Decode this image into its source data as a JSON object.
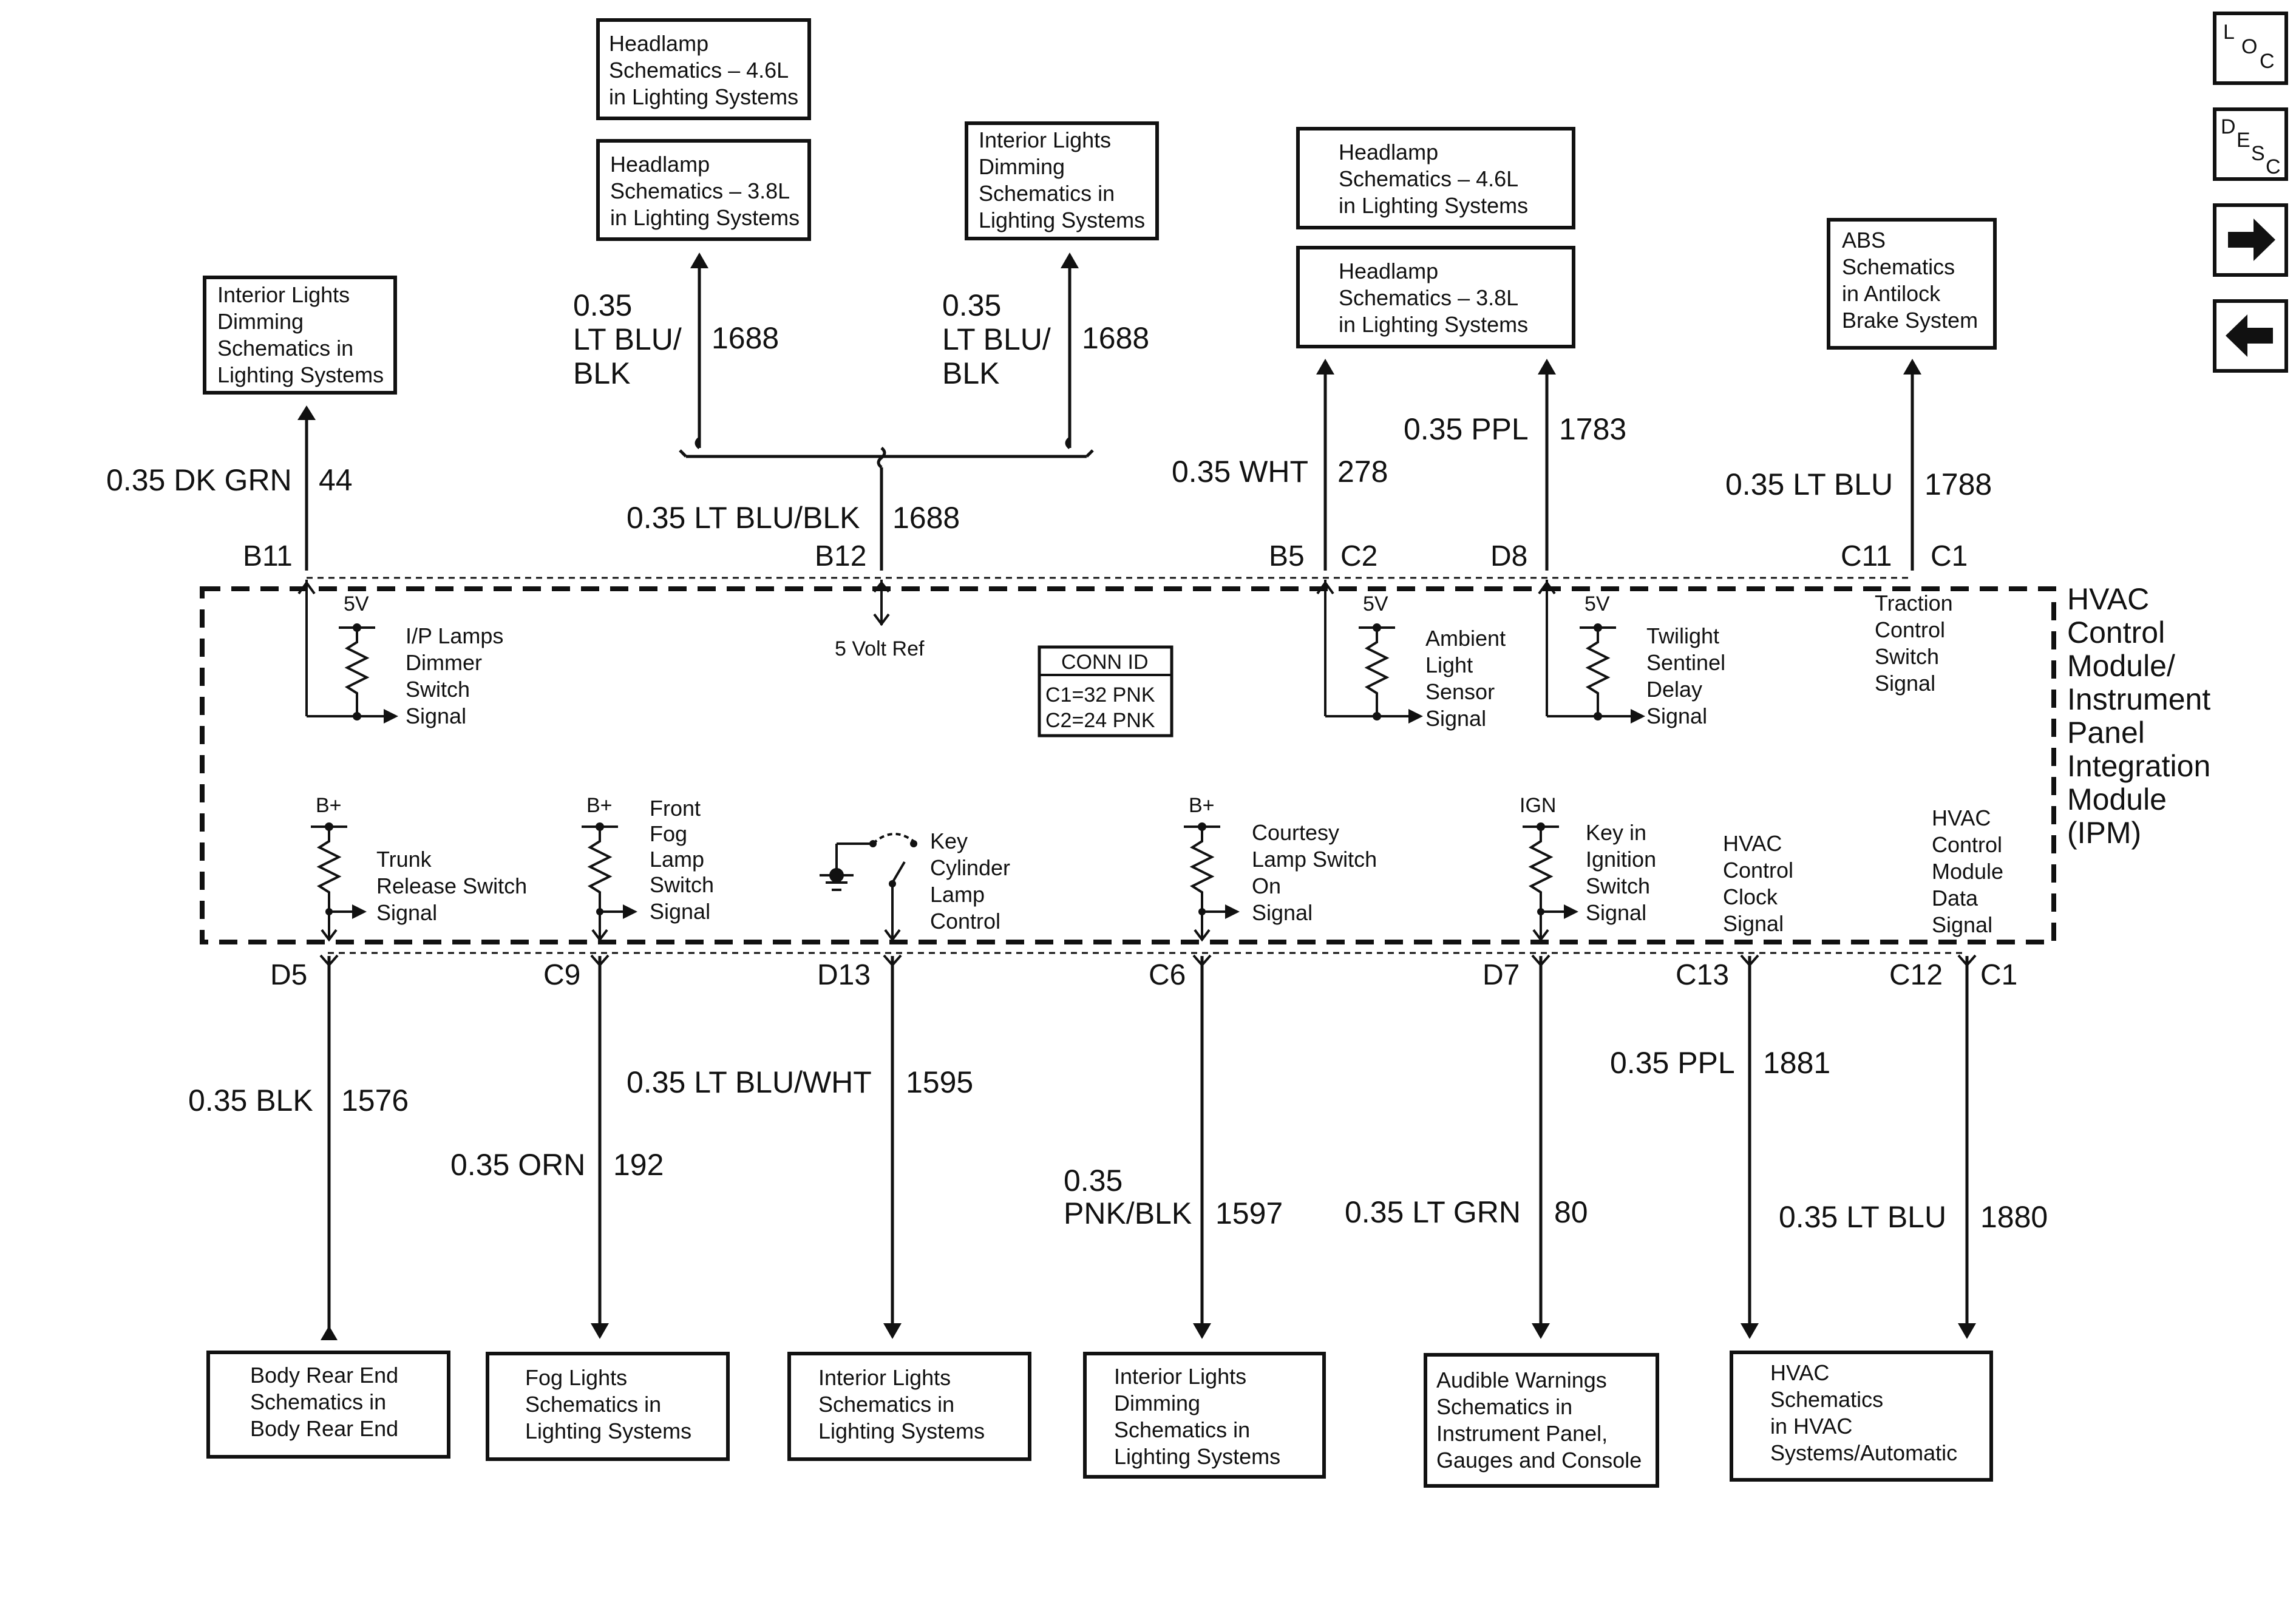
{
  "nav": {
    "loc": {
      "l1": "L",
      "l2": "O",
      "l3": "C"
    },
    "desc": {
      "l1": "D",
      "l2": "E",
      "l3": "S",
      "l4": "C"
    },
    "next_icon": "arrow-right",
    "prev_icon": "arrow-left"
  },
  "top_boxes": {
    "int_dim_left": [
      "Interior Lights",
      "Dimming",
      "Schematics in",
      "Lighting Systems"
    ],
    "hl46_a": [
      "Headlamp",
      "Schematics – 4.6L",
      "in Lighting Systems"
    ],
    "hl38_a": [
      "Headlamp",
      "Schematics – 3.8L",
      "in Lighting Systems"
    ],
    "int_dim_mid": [
      "Interior Lights",
      "Dimming",
      "Schematics in",
      "Lighting Systems"
    ],
    "hl46_b": [
      "Headlamp",
      "Schematics – 4.6L",
      "in Lighting Systems"
    ],
    "hl38_b": [
      "Headlamp",
      "Schematics – 3.8L",
      "in Lighting Systems"
    ],
    "abs": [
      "ABS",
      "Schematics",
      "in Antilock",
      "Brake System"
    ]
  },
  "top_wires": {
    "w44": {
      "color": "0.35 DK GRN",
      "circuit": "44",
      "pin": "B11"
    },
    "w1688_a": {
      "color_l1": "0.35",
      "color_l2": "LT BLU/",
      "color_l3": "BLK",
      "circuit": "1688"
    },
    "w1688_b": {
      "color_l1": "0.35",
      "color_l2": "LT BLU/",
      "color_l3": "BLK",
      "circuit": "1688"
    },
    "w1688_main": {
      "color": "0.35 LT BLU/BLK",
      "circuit": "1688",
      "pin": "B12"
    },
    "w278": {
      "color": "0.35 WHT",
      "circuit": "278",
      "pin1": "B5",
      "pin2": "C2"
    },
    "w1783": {
      "color": "0.35 PPL",
      "circuit": "1783",
      "pin": "D8"
    },
    "w1788": {
      "color": "0.35 LT BLU",
      "circuit": "1788",
      "pin1": "C11",
      "pin2": "C1"
    }
  },
  "module": {
    "title": [
      "HVAC",
      "Control",
      "Module/",
      "Instrument",
      "Panel",
      "Integration",
      "Module",
      "(IPM)"
    ],
    "conn_id": {
      "title": "CONN ID",
      "c1": "C1=32 PNK",
      "c2": "C2=24 PNK"
    },
    "five_v_ref": "5 Volt Ref",
    "ip_dimmer": {
      "supply": "5V",
      "lines": [
        "I/P Lamps",
        "Dimmer",
        "Switch",
        "Signal"
      ]
    },
    "ambient": {
      "supply": "5V",
      "lines": [
        "Ambient",
        "Light",
        "Sensor",
        "Signal"
      ]
    },
    "twilight": {
      "supply": "5V",
      "lines": [
        "Twilight",
        "Sentinel",
        "Delay",
        "Signal"
      ]
    },
    "traction": {
      "lines": [
        "Traction",
        "Control",
        "Switch",
        "Signal"
      ]
    },
    "trunk": {
      "supply": "B+",
      "lines": [
        "Trunk",
        "Release Switch",
        "Signal"
      ]
    },
    "fog": {
      "supply": "B+",
      "lines": [
        "Front",
        "Fog",
        "Lamp",
        "Switch",
        "Signal"
      ]
    },
    "key_cyl": {
      "lines": [
        "Key",
        "Cylinder",
        "Lamp",
        "Control"
      ]
    },
    "courtesy": {
      "supply": "B+",
      "lines": [
        "Courtesy",
        "Lamp Switch",
        "On",
        "Signal"
      ]
    },
    "key_ign": {
      "supply": "IGN",
      "lines": [
        "Key in",
        "Ignition",
        "Switch",
        "Signal"
      ]
    },
    "clock": {
      "lines": [
        "HVAC",
        "Control",
        "Clock",
        "Signal"
      ]
    },
    "data": {
      "lines": [
        "HVAC",
        "Control",
        "Module",
        "Data",
        "Signal"
      ]
    }
  },
  "bottom_wires": {
    "w1576": {
      "pin": "D5",
      "color": "0.35 BLK",
      "circuit": "1576"
    },
    "w192": {
      "pin": "C9",
      "color": "0.35 ORN",
      "circuit": "192"
    },
    "w1595": {
      "pin": "D13",
      "color": "0.35 LT BLU/WHT",
      "circuit": "1595"
    },
    "w1597": {
      "pin": "C6",
      "color_l1": "0.35",
      "color_l2": "PNK/BLK",
      "circuit": "1597"
    },
    "w80": {
      "pin": "D7",
      "color": "0.35 LT GRN",
      "circuit": "80"
    },
    "w1881": {
      "pin": "C13",
      "color": "0.35 PPL",
      "circuit": "1881"
    },
    "w1880": {
      "pin1": "C12",
      "pin2": "C1",
      "color": "0.35 LT BLU",
      "circuit": "1880"
    }
  },
  "bottom_boxes": {
    "body": [
      "Body Rear End",
      "Schematics in",
      "Body Rear End"
    ],
    "fog": [
      "Fog Lights",
      "Schematics in",
      "Lighting Systems"
    ],
    "interior": [
      "Interior Lights",
      "Schematics in",
      "Lighting Systems"
    ],
    "int_dim": [
      "Interior Lights",
      "Dimming",
      "Schematics in",
      "Lighting Systems"
    ],
    "audible": [
      "Audible Warnings",
      "Schematics in",
      "Instrument Panel,",
      "Gauges and Console"
    ],
    "hvac": [
      "HVAC",
      "Schematics",
      "in HVAC",
      "Systems/Automatic"
    ]
  }
}
